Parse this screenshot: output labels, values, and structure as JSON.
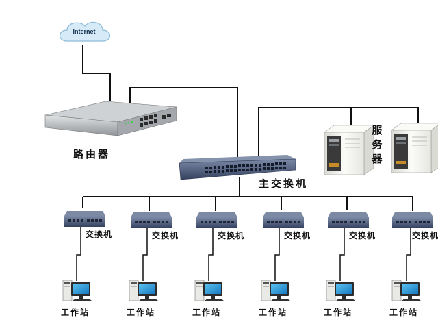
{
  "diagram": {
    "internet_label": "Internet",
    "router_label": "路由器",
    "main_switch_label": "主交换机",
    "server_label": "服务器",
    "access_switch_labels": [
      "交换机",
      "交换机",
      "交换机",
      "交换机",
      "交换机",
      "交换机"
    ],
    "workstation_labels": [
      "工作站",
      "工作站",
      "工作站",
      "工作站",
      "工作站",
      "工作站"
    ],
    "server_count": 2,
    "colors": {
      "cable": "#111111",
      "cloud": "#cfe6f4",
      "router_body": "#b8bcbf",
      "switch_body": "#3c4f7a",
      "server_body": "#f2f2ef",
      "monitor_screen": "#1e9ad8"
    }
  }
}
